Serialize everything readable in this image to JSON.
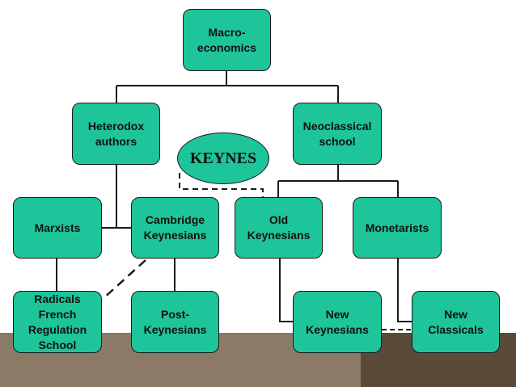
{
  "colors": {
    "node_fill": "#1ec49a",
    "band_light": "#8b7a66",
    "band_dark": "#5a4a38",
    "line": "#1a1a1a"
  },
  "diagram": {
    "nodes": {
      "macro": "Macro-\neconomics",
      "heterodox": "Heterodox\nauthors",
      "neoclassical": "Neoclassical\nschool",
      "keynes": "KEYNES",
      "marxists": "Marxists",
      "cambridge": "Cambridge\nKeynesians",
      "old": "Old\nKeynesians",
      "monetarists": "Monetarists",
      "radicals": "Radicals\nFrench\nRegulation\nSchool",
      "post": "Post-\nKeynesians",
      "new_keynesians": "New\nKeynesians",
      "new_classicals": "New\nClassicals"
    }
  }
}
